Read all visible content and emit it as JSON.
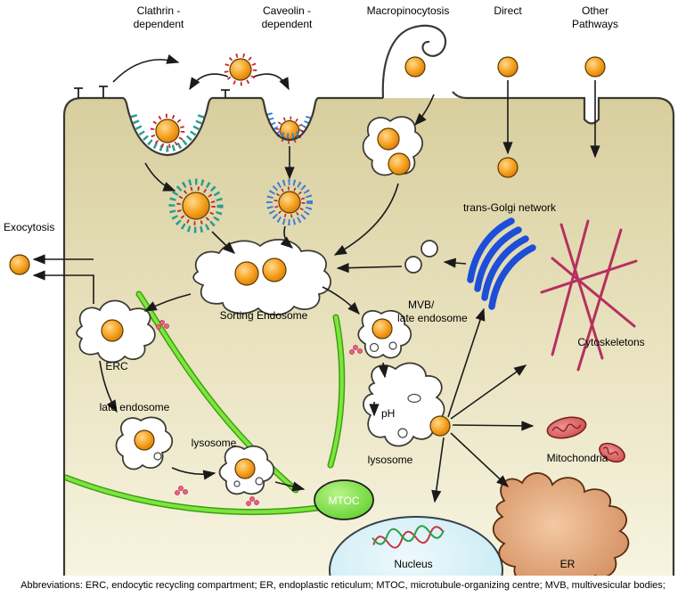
{
  "top_labels": {
    "clathrin_1": "Clathrin -",
    "clathrin_2": "dependent",
    "caveolin_1": "Caveolin -",
    "caveolin_2": "dependent",
    "macropinocytosis": "Macropinocytosis",
    "direct": "Direct",
    "other_1": "Other",
    "other_2": "Pathways"
  },
  "cell_labels": {
    "exocytosis": "Exocytosis",
    "trans_golgi": "trans-Golgi network",
    "sorting_endosome": "Sorting Endosome",
    "mvb_1": "MVB/",
    "mvb_2": "late endosome",
    "cytoskeletons": "Cytoskeletons",
    "erc": "ERC",
    "late_endosome": "late endosome",
    "lysosome_left": "lysosome",
    "lysosome_right": "lysosome",
    "ph": "pH",
    "mtoc": "MTOC",
    "mitochondria": "Mitochondria",
    "nucleus": "Nucleus",
    "er": "ER"
  },
  "caption": "Abbreviations: ERC, endocytic recycling compartment; ER, endoplastic reticulum; MTOC, microtubule-organizing centre; MVB, multivesicular bodies;",
  "colors": {
    "cell_top": "#d8ce9e",
    "cell_bottom": "#f7f4e1",
    "membrane": "#3a3a33",
    "particle_orange": "#f49a1c",
    "clathrin_coat_teal": "#2a9d8f",
    "caveolin_coat_blue": "#3f7fd4",
    "receptor_red": "#cc2222",
    "golgi_blue": "#1d4ed8",
    "cytoskeleton_crimson": "#b5305f",
    "microtubule_green": "#5fd32b",
    "mtoc_green": "#54cc1e",
    "nucleus_blue": "#bfe6f0",
    "er_brown": "#d98c5f",
    "mitochondria_red": "#d95f5f",
    "motor_pink": "#ef5d84"
  }
}
